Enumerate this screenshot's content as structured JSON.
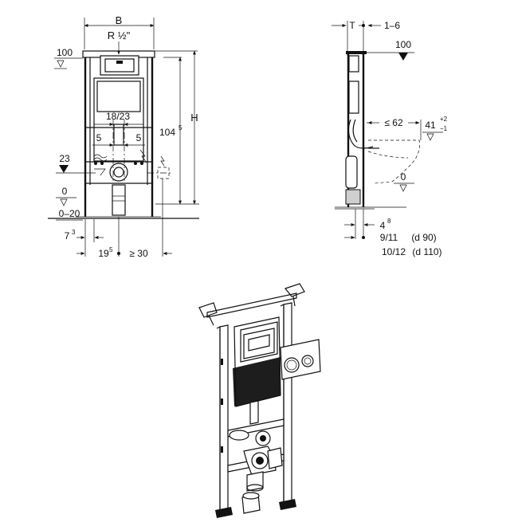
{
  "front_view": {
    "label_b": "B",
    "label_r": "R ½\"",
    "label_100": "100",
    "label_18_23": "18/23",
    "label_5_left": "5",
    "label_5_right": "5",
    "label_23": "23",
    "label_0": "0",
    "label_0_20": "0–20",
    "label_h": "H",
    "label_104": "104",
    "label_104_sup": "5",
    "label_7": "7",
    "label_7_sup": "3",
    "label_19": "19",
    "label_19_sup": "5",
    "label_ge30": "≥ 30"
  },
  "side_view": {
    "label_t": "T",
    "label_1_6": "1–6",
    "label_100": "100",
    "label_le62": "≤ 62",
    "label_41": "41",
    "label_41_sup": "+2",
    "label_41_sub": "−1",
    "label_0": "0",
    "label_4": "4",
    "label_4_sup": "8",
    "label_9_11": "9/11",
    "label_d90": "(d 90)",
    "label_10_12": "10/12",
    "label_d110": "(d 110)"
  }
}
